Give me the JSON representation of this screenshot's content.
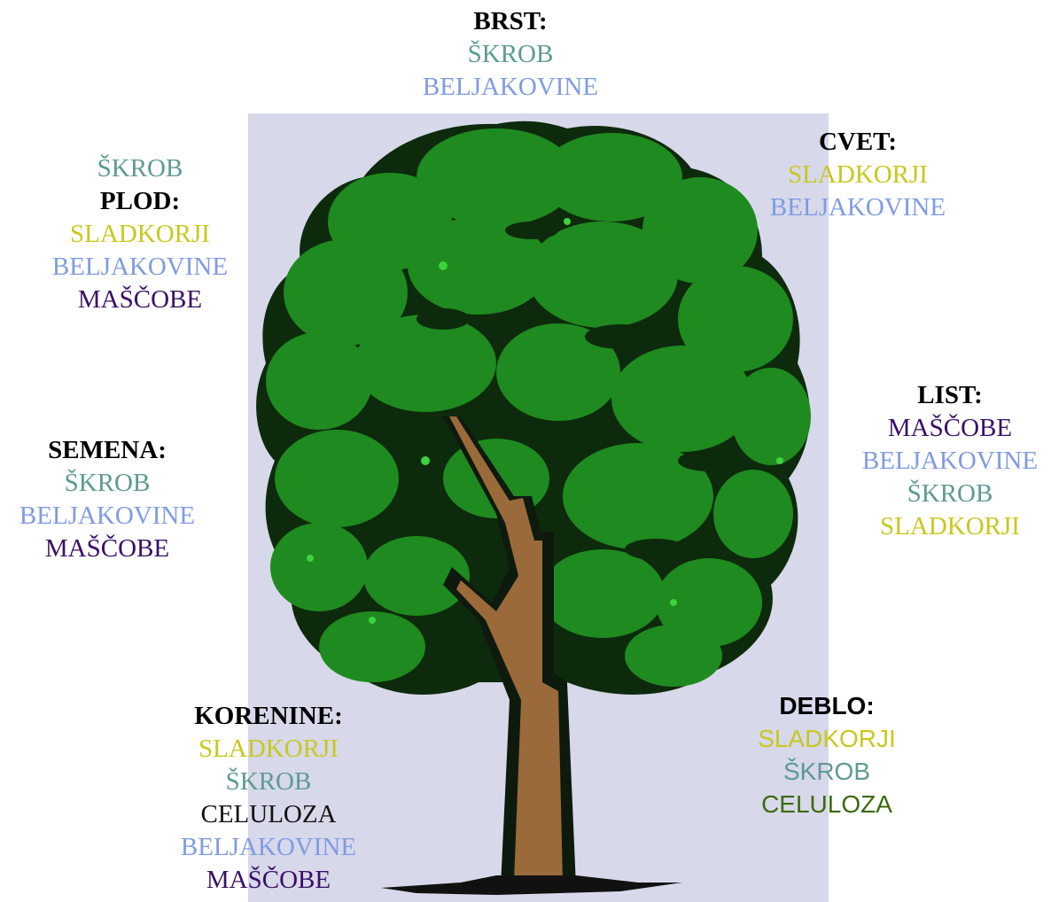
{
  "labels": {
    "brst": {
      "heading": "BRST:",
      "items": [
        "ŠKROB",
        "BELJAKOVINE"
      ]
    },
    "plod": {
      "pre": "ŠKROB",
      "heading": "PLOD:",
      "items": [
        "SLADKORJI",
        "BELJAKOVINE",
        "MAŠČOBE"
      ]
    },
    "cvet": {
      "heading": "CVET:",
      "items": [
        "SLADKORJI",
        "BELJAKOVINE"
      ]
    },
    "list": {
      "heading": "LIST:",
      "items": [
        "MAŠČOBE",
        "BELJAKOVINE",
        "ŠKROB",
        "SLADKORJI"
      ]
    },
    "semena": {
      "heading": "SEMENA:",
      "items": [
        "ŠKROB",
        "BELJAKOVINE",
        "MAŠČOBE"
      ]
    },
    "korenine": {
      "heading": "KORENINE:",
      "items": [
        "SLADKORJI",
        "ŠKROB",
        "CELULOZA",
        "BELJAKOVINE",
        "MAŠČOBE"
      ]
    },
    "deblo": {
      "heading": "DEBLO:",
      "items": [
        "SLADKORJI",
        "ŠKROB",
        "CELULOZA"
      ]
    }
  },
  "colors": {
    "skrob": "#5e9a93",
    "beljakovine": "#7f9be2",
    "sladkorji": "#c8c81c",
    "mascobe": "#3a0f66",
    "celuloza": "#111111",
    "celuloza_deblo": "#3c6a0c",
    "foliage": "#1f8a1f",
    "trunk": "#9a6a3a",
    "background_panel": "#d7d8ea"
  }
}
